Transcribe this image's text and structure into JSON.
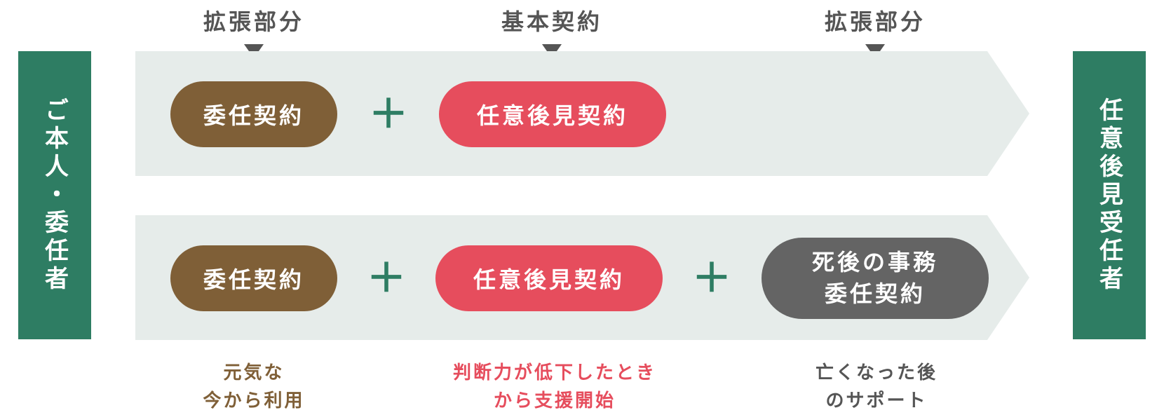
{
  "left_box": {
    "label": "ご本人・委任者"
  },
  "right_box": {
    "label": "任意後見受任者"
  },
  "headers": [
    {
      "label": "拡張部分"
    },
    {
      "label": "基本契約"
    },
    {
      "label": "拡張部分"
    }
  ],
  "row1": {
    "pill1": "委任契約",
    "plus": "＋",
    "pill2": "任意後見契約"
  },
  "row2": {
    "pill1": "委任契約",
    "plus1": "＋",
    "pill2": "任意後見契約",
    "plus2": "＋",
    "pill3_line1": "死後の事務",
    "pill3_line2": "委任契約"
  },
  "captions": [
    {
      "line1": "元気な",
      "line2": "今から利用"
    },
    {
      "line1": "判断力が低下したとき",
      "line2": "から支援開始"
    },
    {
      "line1": "亡くなった後",
      "line2": "のサポート"
    }
  ],
  "colors": {
    "green": "#2e7d63",
    "brown": "#7f5f37",
    "red": "#e64d5d",
    "gray": "#646464",
    "band": "#e6ecea"
  }
}
